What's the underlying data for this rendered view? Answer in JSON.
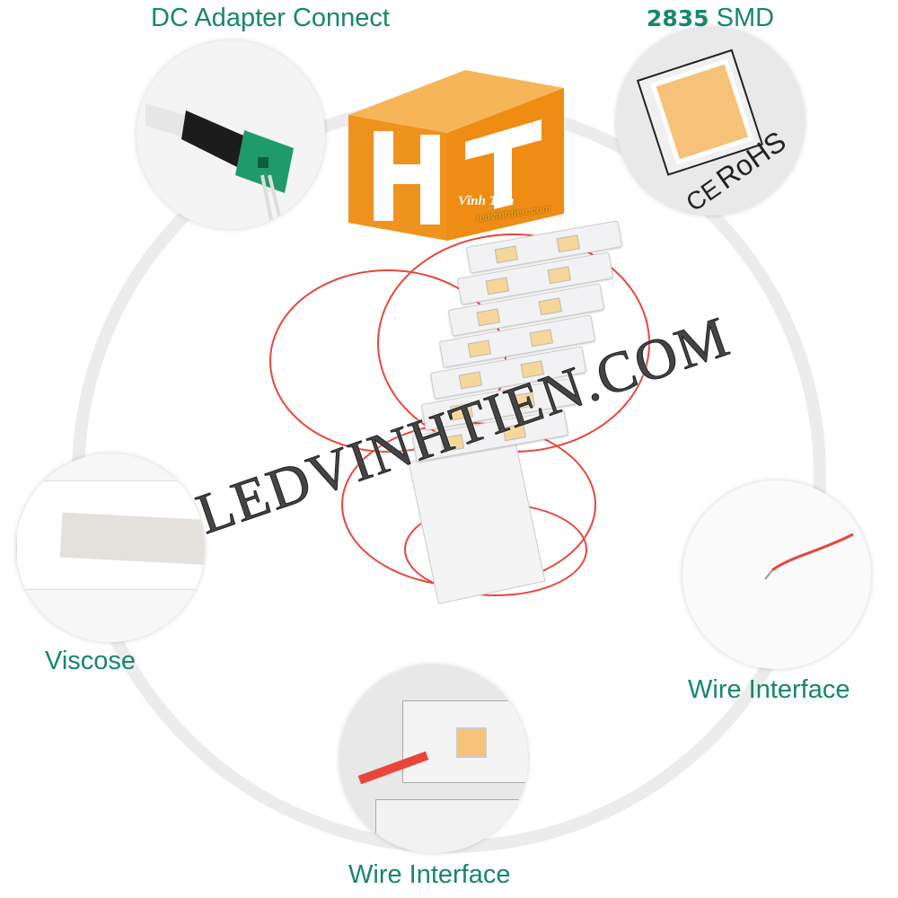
{
  "labels": {
    "dc_adapter": "DC Adapter Connect",
    "smd_number": "2835",
    "smd_text": "SMD",
    "viscose": "Viscose",
    "wire_right": "Wire Interface",
    "wire_bottom": "Wire Interface"
  },
  "logo": {
    "letters": "HT",
    "name": "Vĩnh Tiến",
    "url": "ledvinhtien.com"
  },
  "chip_marks": {
    "rohs": "RoHS",
    "ce": "CE"
  },
  "watermark": "LEDVINHTIEN.COM",
  "colors": {
    "label": "#17876b",
    "logo": "#f0921e",
    "wire": "#e8463a",
    "led": "#f6c27a"
  }
}
